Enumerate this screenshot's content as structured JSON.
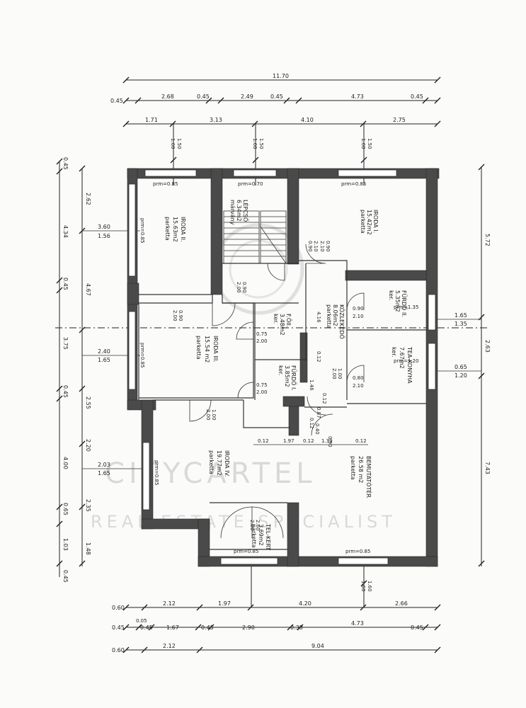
{
  "watermark": {
    "line1": "CITYCARTEL",
    "line2": "REAL ESTATE SPECIALIST"
  },
  "dimensions": {
    "top_total": "11.70",
    "top_row2": [
      "0.45",
      "2.68",
      "0.45",
      "2.49",
      "0.45",
      "4.73",
      "0.45"
    ],
    "top_row3": [
      "1.71",
      "3.13",
      "4.10",
      "2.75"
    ],
    "top_window_heights": [
      [
        "1.60",
        "1.50"
      ],
      [
        "1.60",
        "1.50"
      ],
      [
        "1.60",
        "1.50"
      ]
    ],
    "left_outer": [
      "0.45",
      "2.62",
      "4.34",
      "0.45",
      "4.67",
      "3.75",
      "0.45",
      "2.55",
      "2.20",
      "4.00",
      "0.65",
      "2.35",
      "1.03",
      "1.48",
      "0.45"
    ],
    "left_inner": [
      [
        "3.60",
        "1.56"
      ],
      [
        "2.40",
        "1.65"
      ],
      [
        "2.03",
        "1.65"
      ]
    ],
    "right_outer": [
      "5.72",
      "2.63",
      "7.43"
    ],
    "right_inner": [
      [
        "1.65",
        "1.35"
      ],
      [
        "0.65",
        "1.20"
      ]
    ],
    "bottom_row1": [
      "0.60",
      "2.12",
      "1.97",
      "4.20",
      "2.66"
    ],
    "bottom_row2": [
      "0.45",
      "0.45",
      "1.67",
      "0.45",
      "2.90",
      "0.38",
      "4.73",
      "0.45"
    ],
    "bottom_row2_extra": "0.05",
    "bottom_row3": [
      "0.60",
      "2.12",
      "9.04"
    ],
    "bottom_window": [
      "1.60",
      "1.60"
    ]
  },
  "rooms": [
    {
      "name": "IRODA II.",
      "area": "15.63m2",
      "floor": "parketta",
      "prm": "prm=0.85",
      "prm2": "prm=0.85"
    },
    {
      "name": "LÉPCSŐ",
      "area": "6.34m2",
      "floor": "márvány",
      "prm": "prm=0.70"
    },
    {
      "name": "IRODA I.",
      "area": "15.42m2",
      "floor": "parketta",
      "prm": "prm=0.85"
    },
    {
      "name": "FÜRDŐ II.",
      "area": "5.35m2",
      "floor": "ker.",
      "prm": "prm=1.35"
    },
    {
      "name": "F.ÖII.",
      "area": "3.48m2",
      "floor": "ker."
    },
    {
      "name": "KÖZLEKEDŐ",
      "area": "8.06m2",
      "floor": "parketta"
    },
    {
      "name": "IRODA III.",
      "area": "15.54 m2",
      "floor": "parketta",
      "prm": "prm=0.85"
    },
    {
      "name": "TEA-KONYHA",
      "area": "7.67m2",
      "floor": "ker.",
      "prm": "prm=1.20"
    },
    {
      "name": "FÜRDŐ I.",
      "area": "3.85m2",
      "floor": "ker."
    },
    {
      "name": "IRODA IV.",
      "area": "19.77m2",
      "floor": "parketta",
      "prm": "prm=0.85"
    },
    {
      "name": "BEMUTATÓTÉR",
      "area": "26.58 m2",
      "floor": "parketta",
      "prm": "prm=0.85"
    },
    {
      "name": "TEL-KERT",
      "area": "3.69m2",
      "floor": "parketta",
      "prm": "prm=0.85"
    }
  ],
  "door_labels": [
    "0.90",
    "2.00",
    "0.90",
    "2.00",
    "0.90",
    "2.10",
    "0.75",
    "2.00",
    "0.75",
    "2.00",
    "0.90",
    "2.10",
    "1.00",
    "2.00",
    "0.80",
    "2.10",
    "1.00",
    "2.00",
    "0.90",
    "2.10",
    "2.60",
    "2.00"
  ],
  "misc_labels": [
    "0.12",
    "1.97",
    "0.12",
    "1.39",
    "0.12",
    "0.12",
    "0.87",
    "0.12",
    "0.40",
    "1.46",
    "0.12",
    "0.90",
    "4.16"
  ]
}
